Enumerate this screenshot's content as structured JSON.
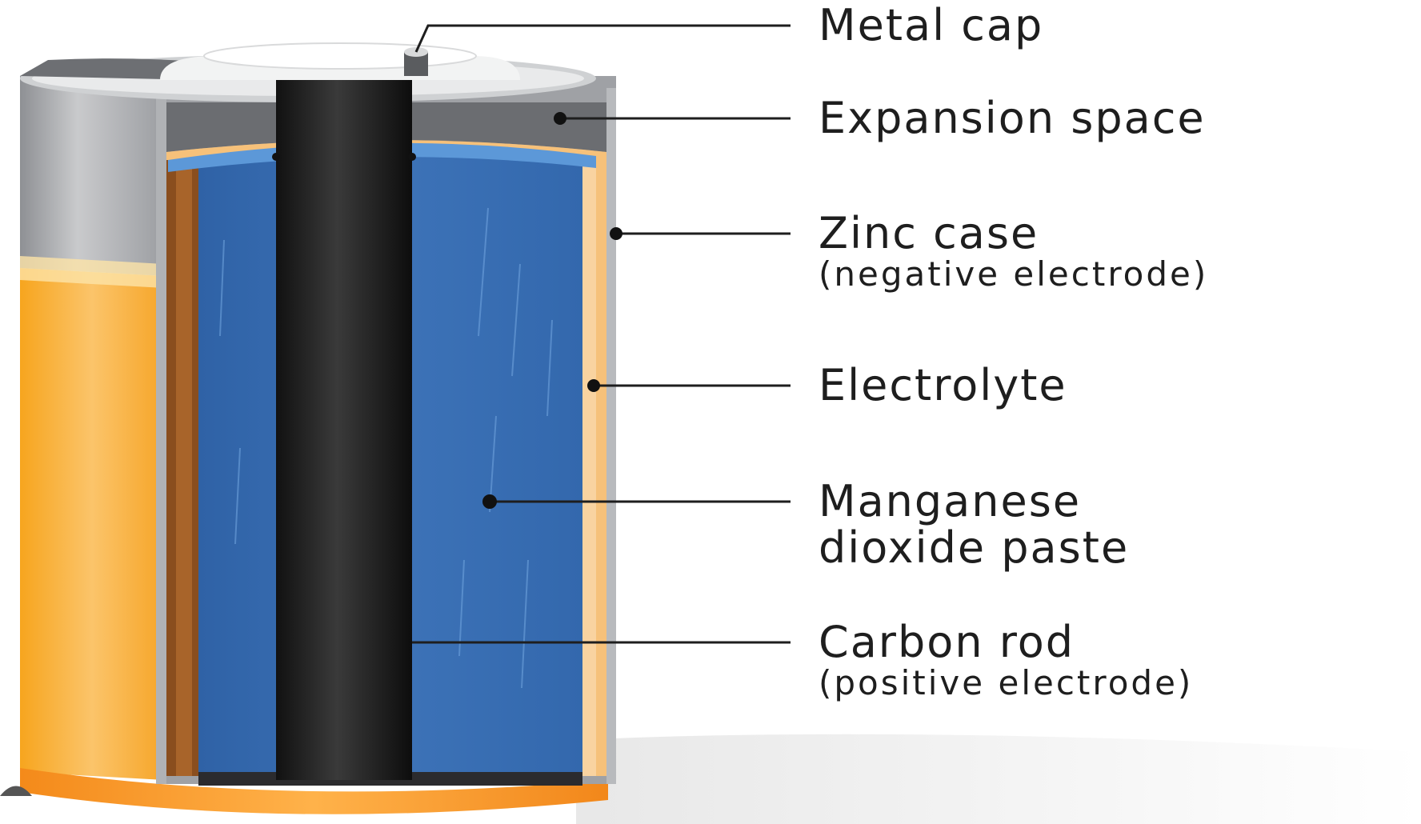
{
  "labels": {
    "metal_cap": "Metal cap",
    "expansion_space": "Expansion space",
    "zinc_case": "Zinc case",
    "zinc_case_sub": "(negative electrode)",
    "electrolyte": "Electrolyte",
    "manganese": "Manganese",
    "manganese_sub": "dioxide paste",
    "carbon_rod": "Carbon rod",
    "carbon_rod_sub": "(positive electrode)"
  },
  "colors": {
    "blue_paste": "#3a70b4",
    "carbon_rod": "#1c1c1c",
    "outer_jacket": "#f7b236",
    "zinc_case": "#a7a9ad",
    "electrolyte": "#f6c17a"
  }
}
